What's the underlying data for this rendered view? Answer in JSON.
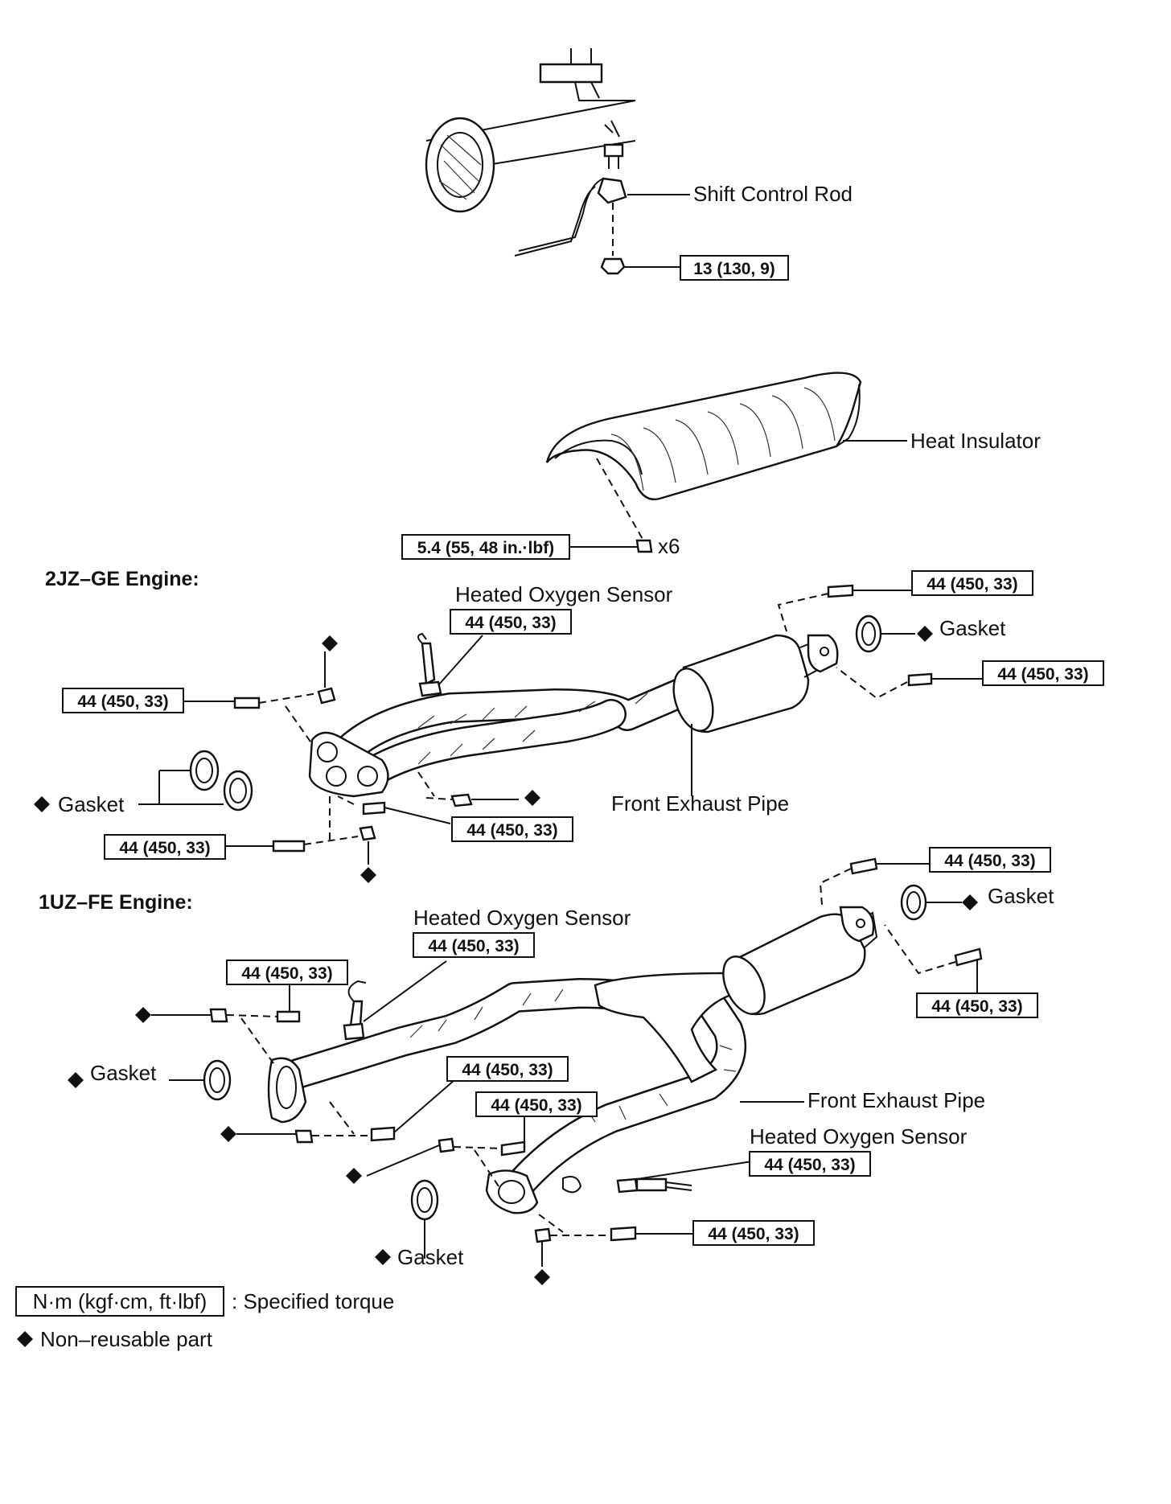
{
  "top_section": {
    "shift_control_rod": "Shift Control Rod",
    "shift_torque": "13 (130, 9)"
  },
  "heat_insulator": {
    "label": "Heat Insulator",
    "torque": "5.4 (55, 48 in.·lbf)",
    "qty": "x6"
  },
  "engine_2jz": {
    "title": "2JZ–GE Engine:",
    "sensor_label": "Heated Oxygen Sensor",
    "sensor_torque": "44 (450, 33)",
    "rear_bolt_top_torque": "44 (450, 33)",
    "rear_gasket": "Gasket",
    "rear_bolt_bottom_torque": "44 (450, 33)",
    "left_top_torque": "44 (450, 33)",
    "front_gasket": "Gasket",
    "left_bottom_torque": "44 (450, 33)",
    "center_bolt_torque": "44 (450, 33)",
    "pipe_label": "Front Exhaust Pipe"
  },
  "engine_1uz": {
    "title": "1UZ–FE Engine:",
    "rear_bolt_top_torque": "44 (450, 33)",
    "rear_gasket": "Gasket",
    "rear_bolt_bottom_torque": "44 (450, 33)",
    "sensor1_label": "Heated Oxygen Sensor",
    "sensor1_torque": "44 (450, 33)",
    "left_top_torque": "44 (450, 33)",
    "left_gasket": "Gasket",
    "mid_bolt1_torque": "44 (450, 33)",
    "mid_bolt2_torque": "44 (450, 33)",
    "pipe_label": "Front Exhaust Pipe",
    "sensor2_label": "Heated Oxygen Sensor",
    "sensor2_torque": "44 (450, 33)",
    "bottom_bolt_torque": "44 (450, 33)",
    "bottom_gasket": "Gasket"
  },
  "legend": {
    "torque_unit": "N·m (kgf·cm, ft·lbf)",
    "torque_desc": ": Specified torque",
    "nonreusable": "Non–reusable part"
  }
}
